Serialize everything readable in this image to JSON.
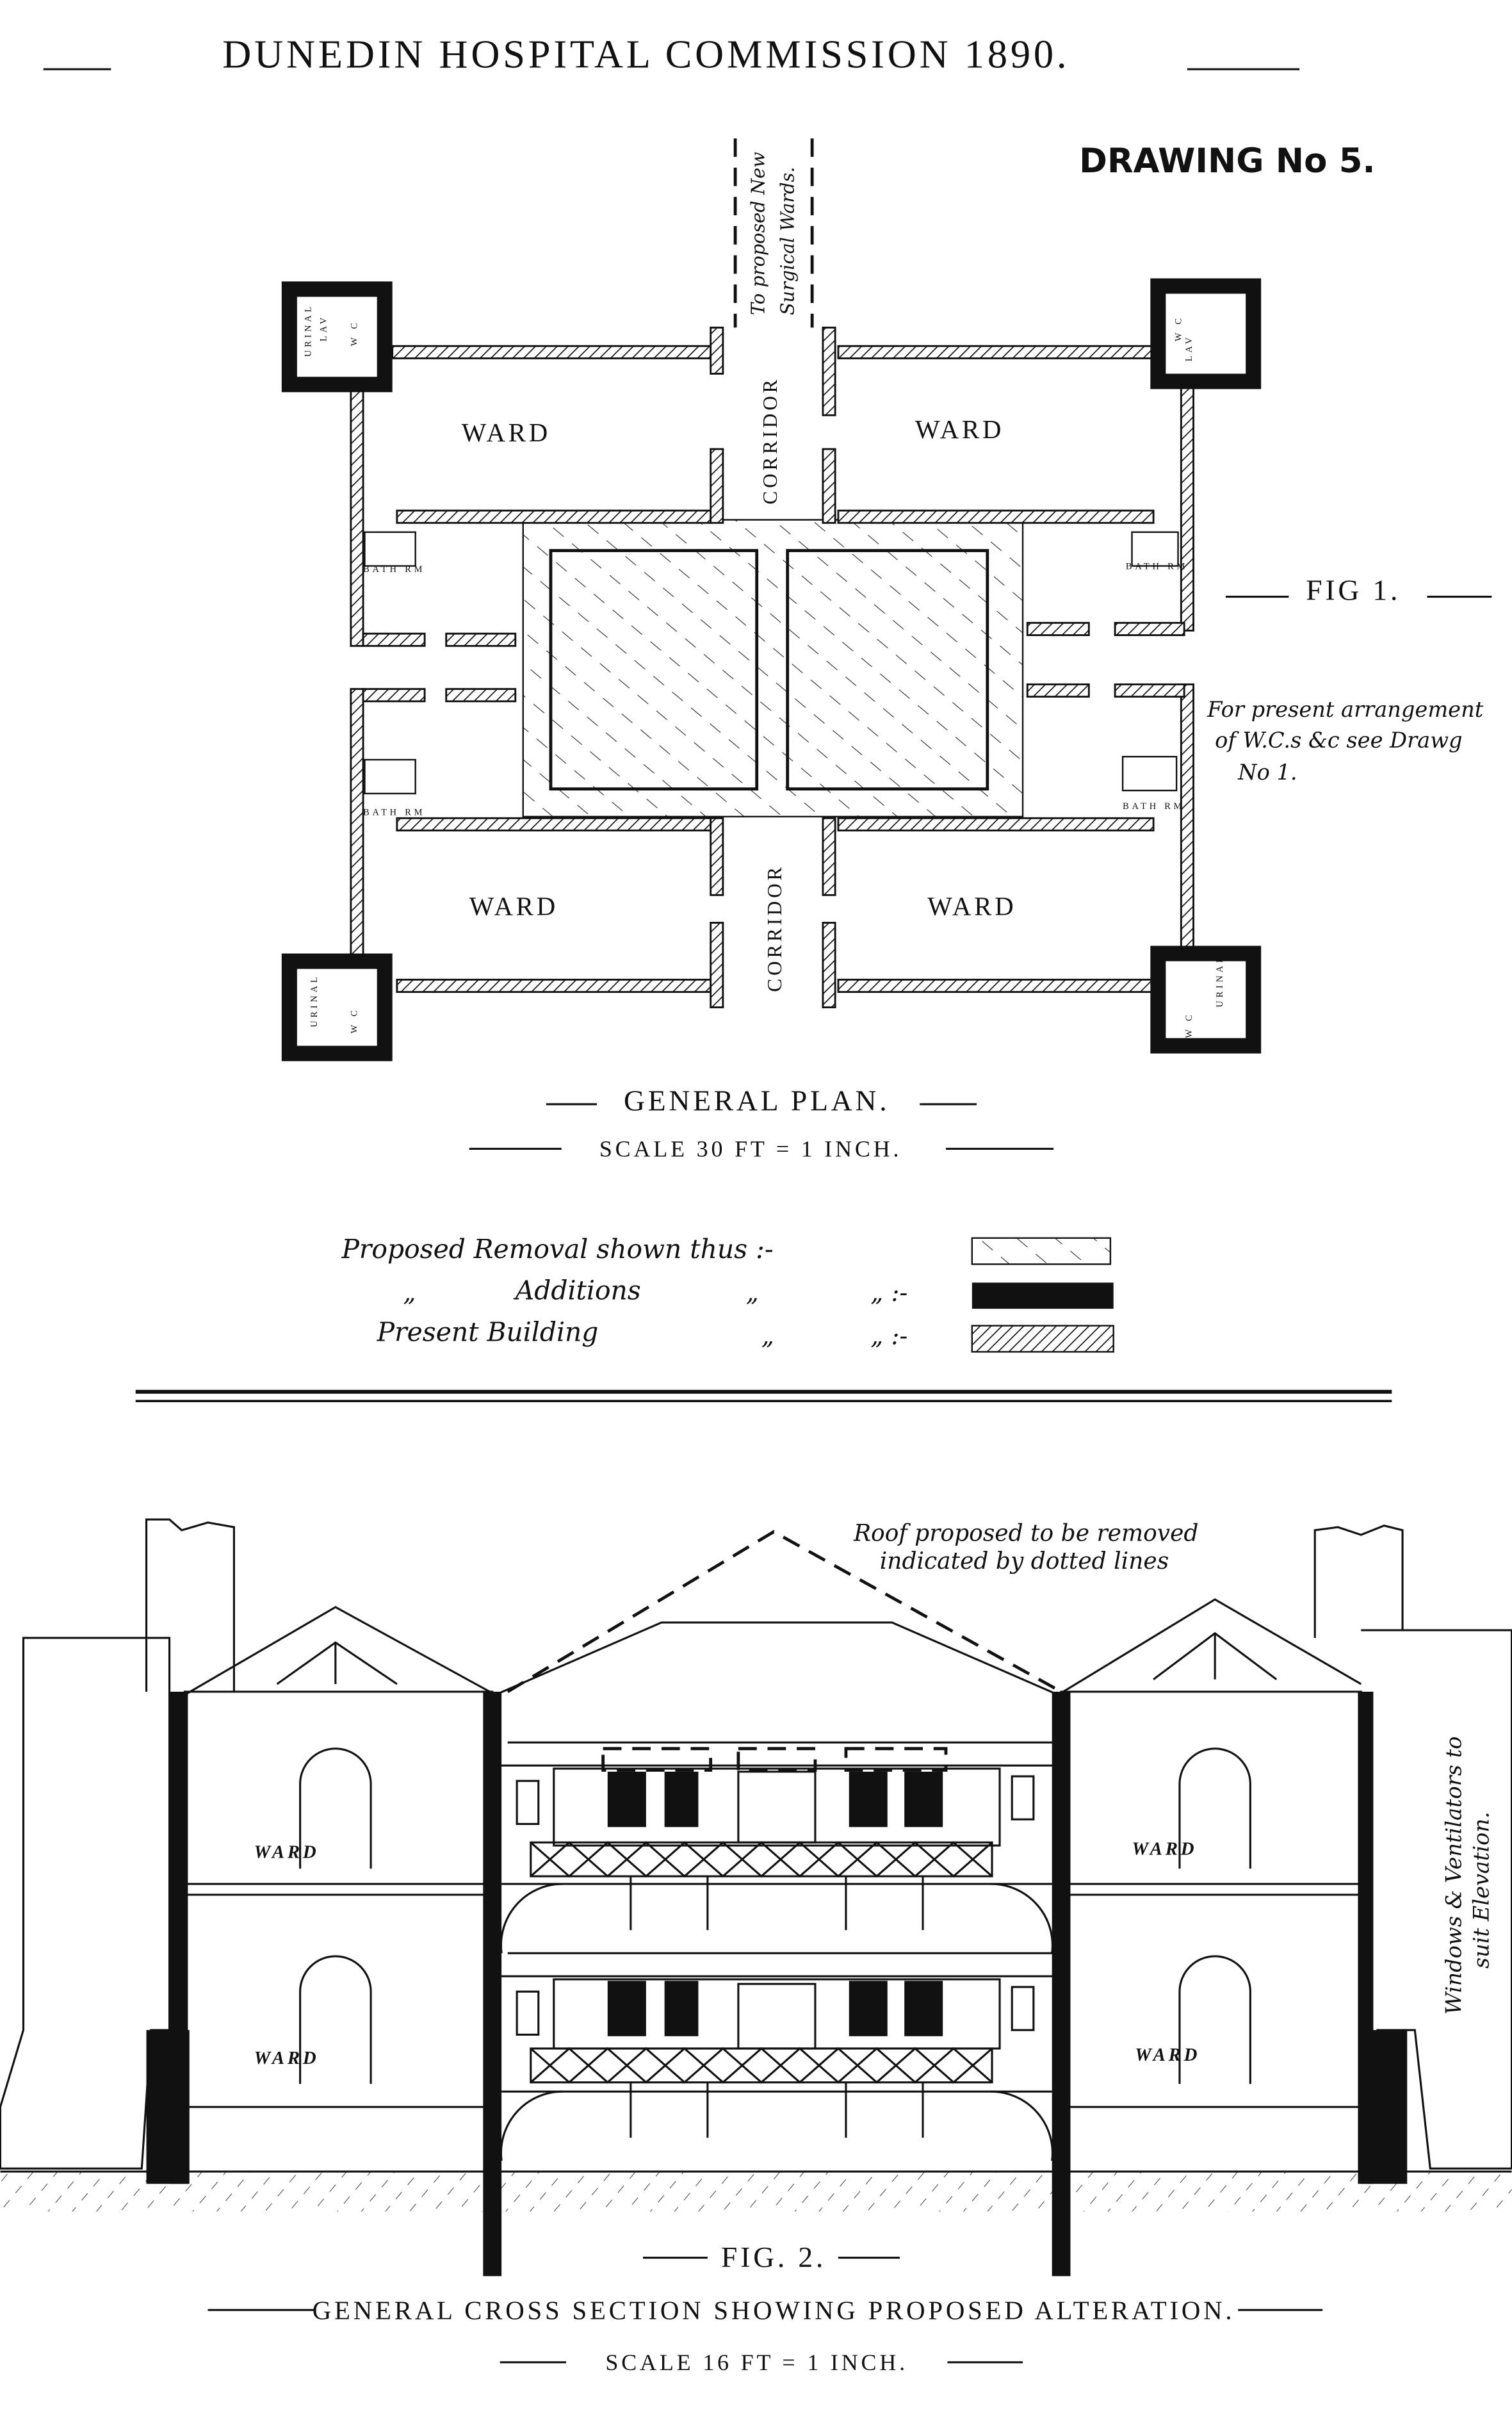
{
  "title": {
    "text": "DUNEDIN HOSPITAL COMMISSION 1890.",
    "drawing_no": "DRAWING No 5."
  },
  "plan": {
    "to_surgical_1": "To proposed New",
    "to_surgical_2": "Surgical Wards.",
    "ward_label": "WARD",
    "corridor_label": "CORRIDOR",
    "bath_label": "BATH RM",
    "wc_label": "W C",
    "lav_label": "LAV",
    "urinal_label": "URINAL",
    "fig_label": "FIG 1.",
    "note_1": "For present arrangement",
    "note_2": "of W.C.s &c see Drawg",
    "note_3": "No 1.",
    "caption": "GENERAL PLAN.",
    "scale": "SCALE 30 FT = 1 INCH."
  },
  "legend": {
    "removal": "Proposed Removal shown thus :-",
    "additions": "Additions",
    "present": "Present Building",
    "ditto": "„",
    "ditto_colon": "„ :-"
  },
  "section": {
    "roof_note_1": "Roof proposed to be removed",
    "roof_note_2": "indicated by dotted lines",
    "windows_note_1": "Windows & Ventilators to",
    "windows_note_2": "suit Elevation.",
    "ward_label": "WARD",
    "fig_label": "FIG. 2.",
    "caption": "GENERAL CROSS SECTION SHOWING PROPOSED ALTERATION.",
    "scale": "SCALE 16 FT = 1 INCH."
  }
}
